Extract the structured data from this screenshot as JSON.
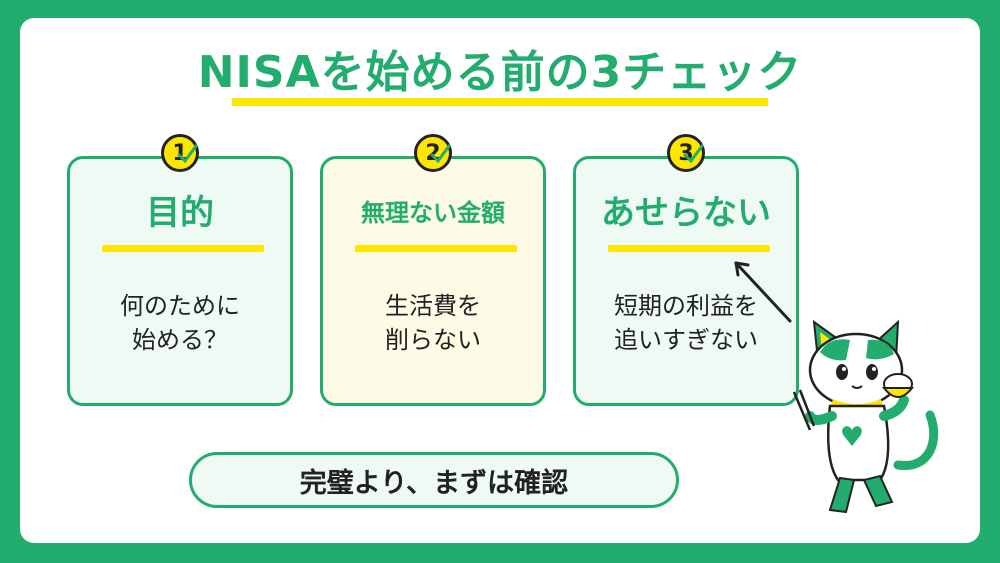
{
  "title": "NISAを始める前の3チェック",
  "cards": [
    {
      "number": "1",
      "heading": "目的",
      "lines": [
        "何のために",
        "始める？"
      ]
    },
    {
      "number": "2",
      "heading": "無理ない金額",
      "lines": [
        "生活費を",
        "削らない"
      ]
    },
    {
      "number": "3",
      "heading": "あせらない",
      "lines": [
        "短期の利益を",
        "追いすぎない"
      ]
    }
  ],
  "footer": "完璧より、まずは確認",
  "colors": {
    "brand": "#22ad6e",
    "accent": "#ffe600",
    "card_alt": "#fdfbe6"
  }
}
